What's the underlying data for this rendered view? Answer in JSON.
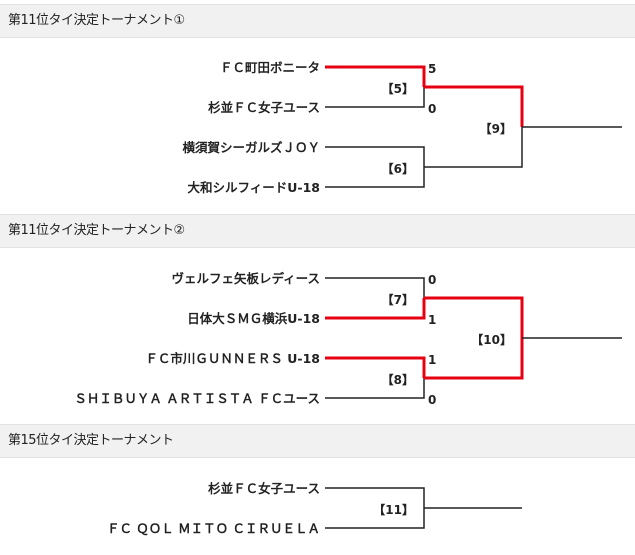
{
  "sections": [
    {
      "title": "第11位タイ決定トーナメント①",
      "matches": [
        {
          "id": "【5】",
          "team_top": "ＦＣ町田ボニータ",
          "team_bottom": "杉並ＦＣ女子ユース",
          "score_top": "5",
          "score_bottom": "0"
        },
        {
          "id": "【6】",
          "team_top": "横須賀シーガルズＪＯＹ",
          "team_bottom": "大和シルフィードU-18",
          "score_top": "",
          "score_bottom": ""
        }
      ],
      "next_match": "【9】"
    },
    {
      "title": "第11位タイ決定トーナメント②",
      "matches": [
        {
          "id": "【7】",
          "team_top": "ヴェルフェ矢板レディース",
          "team_bottom": "日体大ＳＭＧ横浜U-18",
          "score_top": "0",
          "score_bottom": "1"
        },
        {
          "id": "【8】",
          "team_top": "ＦＣ市川ＧＵＮＮＥＲＳ U-18",
          "team_bottom": "ＳＨＩＢＵＹＡ ＡＲＴＩＳＴＡ ＦＣユース",
          "score_top": "1",
          "score_bottom": "0"
        }
      ],
      "next_match": "【10】"
    },
    {
      "title": "第15位タイ決定トーナメント",
      "matches": [
        {
          "id": "【11】",
          "team_top": "杉並ＦＣ女子ユース",
          "team_bottom": "ＦＣ ＱＯＬ ＭＩＴＯ ＣＩＲＵＥＬＡ",
          "score_top": "",
          "score_bottom": ""
        }
      ]
    }
  ],
  "colors": {
    "winner_line": "#e60012",
    "line": "#222222",
    "header_bg": "#f1f1f1"
  }
}
